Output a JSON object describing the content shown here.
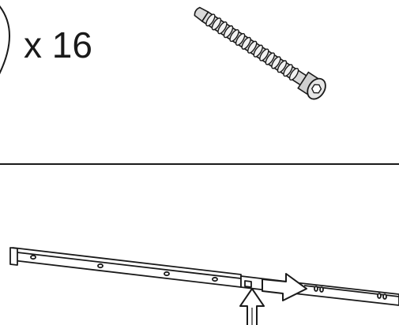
{
  "quantity": {
    "label": "x 16"
  },
  "parts": {
    "screw": {
      "icon": "cam-screw-icon",
      "color": "#d9d9d9"
    },
    "drawer_slide": {
      "icon": "drawer-slide-rail-icon",
      "color": "#ffffff"
    },
    "push_arrow": {
      "icon": "up-arrow-icon",
      "direction": "up"
    },
    "extend_arrow": {
      "icon": "right-arrow-icon",
      "direction": "right"
    }
  },
  "colors": {
    "line": "#1a1a1a",
    "screw_fill": "#d9d9d9",
    "background": "#ffffff"
  }
}
